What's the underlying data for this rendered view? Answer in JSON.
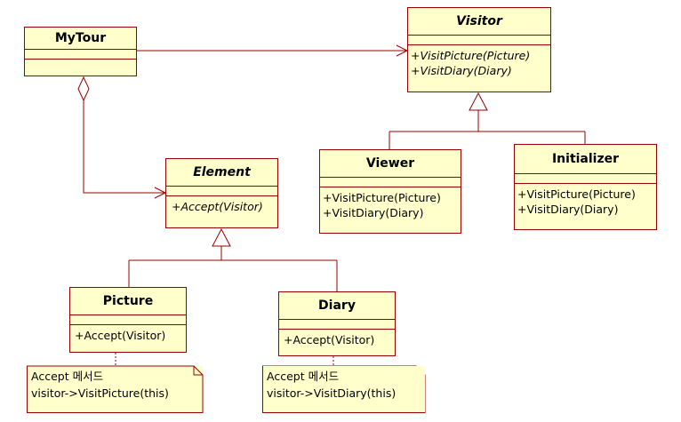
{
  "colors": {
    "class_fill": "#ffffcc",
    "border": "#990000",
    "line": "#990000",
    "text": "#000000"
  },
  "classes": {
    "mytour": {
      "name": "MyTour",
      "operations": []
    },
    "visitor": {
      "name": "Visitor",
      "abstract": true,
      "operations": [
        "+VisitPicture(Picture)",
        "+VisitDiary(Diary)"
      ]
    },
    "viewer": {
      "name": "Viewer",
      "operations": [
        "+VisitPicture(Picture)",
        "+VisitDiary(Diary)"
      ]
    },
    "initializer": {
      "name": "Initializer",
      "operations": [
        "+VisitPicture(Picture)",
        "+VisitDiary(Diary)"
      ]
    },
    "element": {
      "name": "Element",
      "abstract": true,
      "operations": [
        "+Accept(Visitor)"
      ]
    },
    "picture": {
      "name": "Picture",
      "operations": [
        "+Accept(Visitor)"
      ]
    },
    "diary": {
      "name": "Diary",
      "operations": [
        "+Accept(Visitor)"
      ]
    }
  },
  "notes": {
    "picture_note": {
      "lines": [
        "Accept 메서드",
        "visitor->VisitPicture(this)"
      ]
    },
    "diary_note": {
      "lines": [
        "Accept 메서드",
        "visitor->VisitDiary(this)"
      ]
    }
  },
  "relations": [
    {
      "type": "association",
      "from": "MyTour",
      "to": "Visitor"
    },
    {
      "type": "aggregation",
      "from": "MyTour",
      "to": "Element"
    },
    {
      "type": "generalization",
      "from": "Viewer",
      "to": "Visitor"
    },
    {
      "type": "generalization",
      "from": "Initializer",
      "to": "Visitor"
    },
    {
      "type": "generalization",
      "from": "Picture",
      "to": "Element"
    },
    {
      "type": "generalization",
      "from": "Diary",
      "to": "Element"
    },
    {
      "type": "note-link",
      "from": "Picture note",
      "to": "Picture"
    },
    {
      "type": "note-link",
      "from": "Diary note",
      "to": "Diary"
    }
  ]
}
